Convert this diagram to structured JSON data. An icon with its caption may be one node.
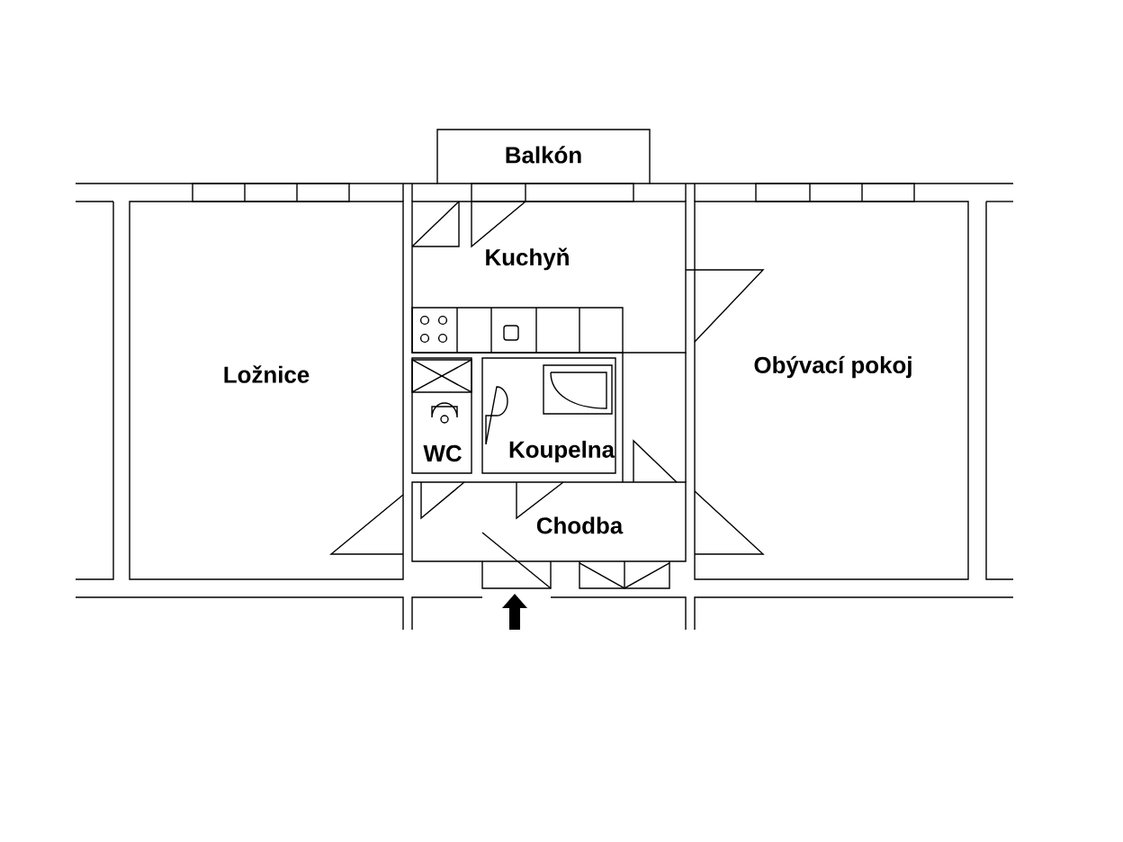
{
  "diagram": {
    "nodes": [
      {
        "text": [
          "Balkón"
        ]
      },
      {
        "text": [
          "Kuchyň"
        ]
      },
      {
        "text": [
          "Ložnice"
        ]
      },
      {
        "text": [
          "Obývací pokoj"
        ]
      },
      {
        "text": [
          "WC"
        ]
      },
      {
        "text": [
          "Koupelna"
        ]
      },
      {
        "text": [
          "Chodba"
        ]
      }
    ]
  }
}
